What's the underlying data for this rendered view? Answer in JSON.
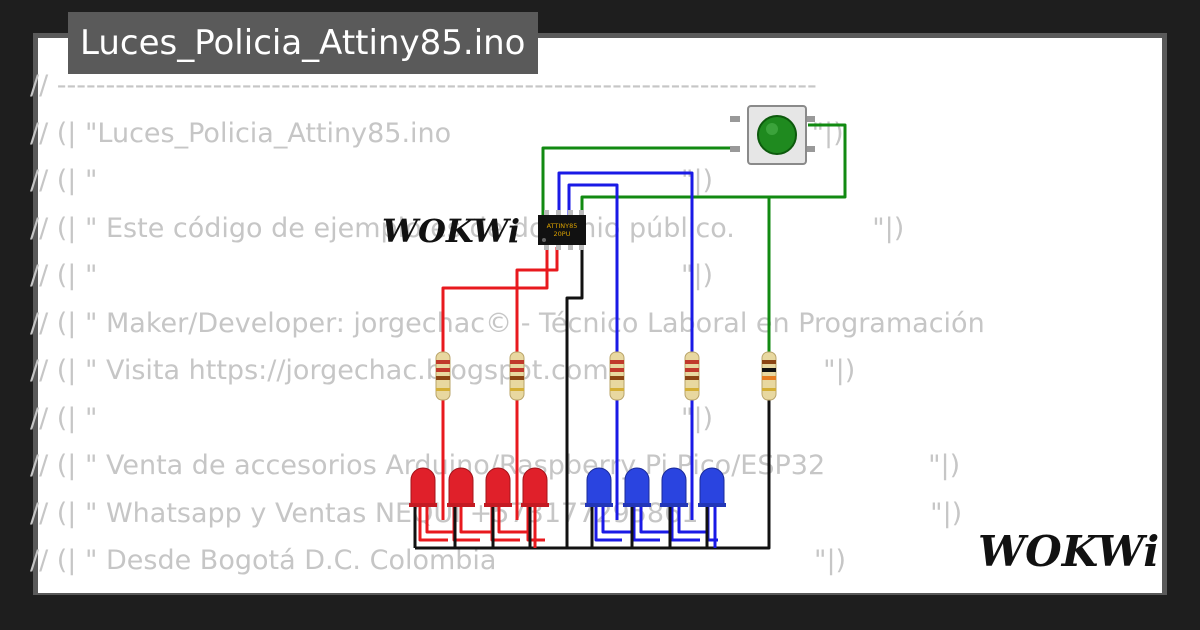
{
  "title": "Luces_Policia_Attiny85.ino",
  "code_lines": [
    "// ------------------------------------------------------------------------------",
    "// (| \"Luces_Policia_Attiny85.ino                                          \"|)",
    "// (| \"                                                                    \"|)",
    "// (| \" Este código de ejemplo es de dominio público.                \"|)",
    "// (| \"                                                                    \"|)",
    "// (| \" Maker/Developer: jorgechac© - Técnico Laboral en Programación",
    "// (| \" Visita https://jorgechac.blogspot.com                         \"|)",
    "// (| \"                                                                    \"|)",
    "// (| \" Venta de accesorios Arduino/Raspberry Pi Pico/ESP32            \"|)",
    "// (| \" Whatsapp y Ventas NEQUI +573177295861                           \"|)",
    "// (| \" Desde Bogotá D.C. Colombia                                     \"|)"
  ],
  "chip": {
    "line1": "ATTINY85",
    "line2": "20PU"
  },
  "logos": {
    "small": "WOKWi",
    "large": "WOKWi"
  },
  "colors": {
    "red_wire": "#e8191e",
    "blue_wire": "#1a1ae6",
    "green_wire": "#118a11",
    "black_wire": "#111111",
    "button": "#1f8a1f",
    "led_red": "#e0202a",
    "led_blue": "#2a44e0"
  },
  "icons": [
    "push-button-icon",
    "attiny85-chip-icon",
    "resistor-icon",
    "led-icon"
  ]
}
